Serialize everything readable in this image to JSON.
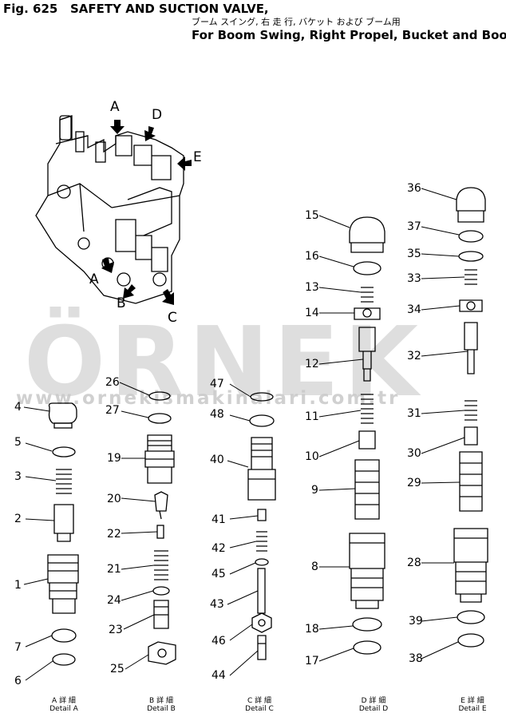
{
  "header": {
    "fig_no": "Fig. 625",
    "title": "SAFETY AND SUCTION VALVE,",
    "jp_subtitle": "ブーム スイング, 右 走 行, バケット および ブーム用",
    "en_subtitle": "For Boom Swing, Right Propel, Bucket and Boom"
  },
  "watermark": {
    "big": "ÖRNEK",
    "url": "www.ornekismakinalari.com.tr"
  },
  "assembly_labels": {
    "A_top": "A",
    "D": "D",
    "E": "E",
    "A_low": "A",
    "B": "B",
    "C": "C"
  },
  "parts": {
    "p1": "1",
    "p2": "2",
    "p3": "3",
    "p4": "4",
    "p5": "5",
    "p6": "6",
    "p7": "7",
    "p8": "8",
    "p9": "9",
    "p10": "10",
    "p11": "11",
    "p12": "12",
    "p13": "13",
    "p14": "14",
    "p15": "15",
    "p16": "16",
    "p17": "17",
    "p18": "18",
    "p19": "19",
    "p20": "20",
    "p21": "21",
    "p22": "22",
    "p23": "23",
    "p24": "24",
    "p25": "25",
    "p26": "26",
    "p27": "27",
    "p28": "28",
    "p29": "29",
    "p30": "30",
    "p31": "31",
    "p32": "32",
    "p33": "33",
    "p34": "34",
    "p35": "35",
    "p36": "36",
    "p37": "37",
    "p38": "38",
    "p39": "39",
    "p40": "40",
    "p41": "41",
    "p42": "42",
    "p43": "43",
    "p44": "44",
    "p45": "45",
    "p46": "46",
    "p47": "47",
    "p48": "48"
  },
  "details": {
    "a_jp": "A 詳 細",
    "a_en": "Detail A",
    "b_jp": "B 詳 細",
    "b_en": "Detail B",
    "c_jp": "C 詳 細",
    "c_en": "Detail C",
    "d_jp": "D 詳 細",
    "d_en": "Detail D",
    "e_jp": "E 詳 細",
    "e_en": "Detail E"
  }
}
